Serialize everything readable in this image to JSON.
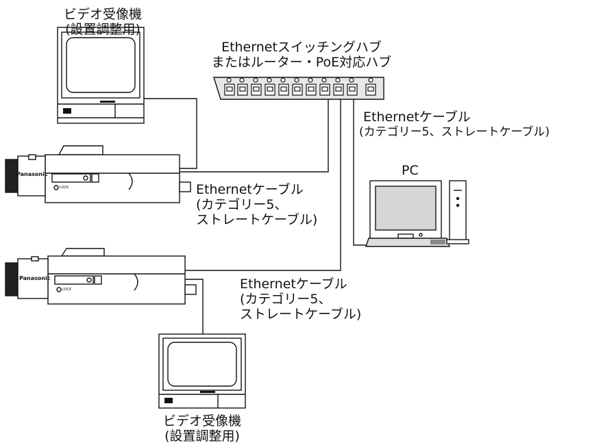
{
  "labels": {
    "monitor_top": {
      "line1": "ビデオ受像機",
      "line2": "(設置調整用)"
    },
    "hub": {
      "line1": "Ethernetスイッチングハブ",
      "line2": "またはルーター・PoE対応ハブ"
    },
    "cable_pc": {
      "line1": "Ethernetケーブル",
      "line2": "(カテゴリー5、ストレートケーブル)"
    },
    "pc": "PC",
    "cable_cam1": {
      "line1": "Ethernetケーブル",
      "line2": "(カテゴリー5、",
      "line3": "ストレートケーブル)"
    },
    "cable_cam2": {
      "line1": "Ethernetケーブル",
      "line2": "(カテゴリー5、",
      "line3": "ストレートケーブル)"
    },
    "monitor_bottom": {
      "line1": "ビデオ受像機",
      "line2": "(設置調整用)"
    }
  },
  "device_marks": {
    "brand": "Panasonic",
    "lock": "LOCK"
  }
}
